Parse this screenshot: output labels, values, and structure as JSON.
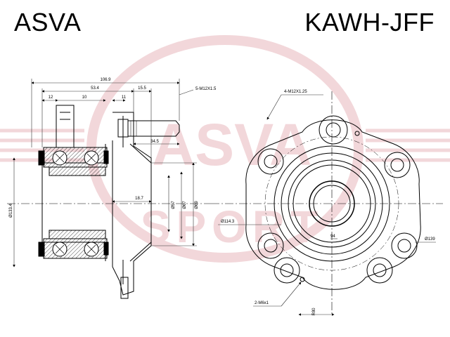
{
  "header": {
    "brand": "ASVA",
    "part_number": "KAWH-JFF"
  },
  "watermark": {
    "text_top": "ASVA",
    "text_bottom": "SPORT",
    "color": "#e8b7bc"
  },
  "side_view": {
    "dims": {
      "overall_length": "106.9",
      "d_53_4": "53.4",
      "d_12": "12",
      "d_10": "10",
      "d_11": "11",
      "d_15_5": "15.5",
      "d_34_5": "34.5",
      "d_18_7": "18.7",
      "dia_133_4": "Ø133.4",
      "dia_57": "Ø57",
      "dia_67": "Ø67",
      "dia_69": "Ø69"
    },
    "callouts": {
      "stud_thread": "5-M12X1.5"
    }
  },
  "front_view": {
    "dims": {
      "pcd": "Ø114.3",
      "bore": "94",
      "dia_139": "Ø139",
      "r80": "R80"
    },
    "callouts": {
      "bolt_holes": "4-M12X1.25",
      "small_holes": "2-M6x1"
    }
  },
  "colors": {
    "line": "#000000",
    "dim_line": "#333333"
  }
}
